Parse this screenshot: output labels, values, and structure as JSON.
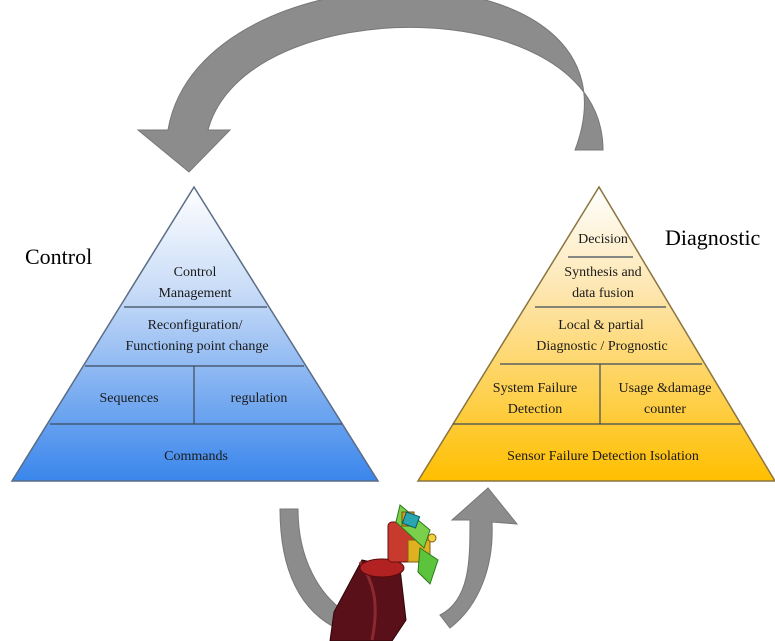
{
  "control": {
    "title": "Control",
    "levels": {
      "management": [
        "Control",
        "Management"
      ],
      "reconfiguration": [
        "Reconfiguration/",
        "Functioning point change"
      ],
      "sequences": "Sequences",
      "regulation": "regulation",
      "commands": "Commands"
    }
  },
  "diagnostic": {
    "title": "Diagnostic",
    "levels": {
      "decision": "Decision",
      "synthesis": [
        "Synthesis and",
        "data fusion"
      ],
      "local": [
        "Local & partial",
        "Diagnostic / Prognostic"
      ],
      "system_failure": [
        "System Failure",
        "Detection"
      ],
      "usage_damage": [
        "Usage &damage",
        "counter"
      ],
      "sensor_failure": "Sensor Failure  Detection Isolation"
    }
  },
  "colors": {
    "control_top": "#ffffff",
    "control_bottom": "#3a86ec",
    "diagnostic_top": "#ffffff",
    "diagnostic_bottom": "#ffbf00",
    "arrow": "#8c8c8c"
  }
}
